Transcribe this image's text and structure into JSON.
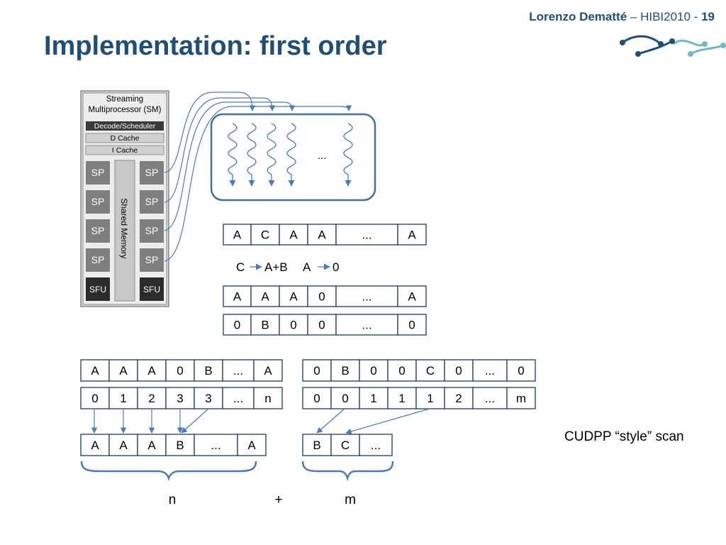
{
  "header": {
    "author": "Lorenzo Dematté",
    "separator": " – ",
    "event": "HIBI2010 - ",
    "page": "19"
  },
  "slide": {
    "title": "Implementation: first order"
  },
  "sm_diagram": {
    "title_line1": "Streaming",
    "title_line2": "Multiprocessor (SM)",
    "decode": "Decode/Scheduler",
    "dcache": "D Cache",
    "icache": "I Cache",
    "shared_memory": "Shared Memory",
    "left_units": [
      "SP",
      "SP",
      "SP",
      "SP",
      "SFU"
    ],
    "right_units": [
      "SP",
      "SP",
      "SP",
      "SP",
      "SFU"
    ]
  },
  "threads": {
    "ellipsis": "..."
  },
  "row1": [
    "A",
    "C",
    "A",
    "A",
    "...",
    "A"
  ],
  "rule": {
    "left_from": "C",
    "left_to": "A+B",
    "right_from": "A",
    "right_to": "0"
  },
  "row2": [
    "A",
    "A",
    "A",
    "0",
    "...",
    "A"
  ],
  "row3": [
    "0",
    "B",
    "0",
    "0",
    "...",
    "0"
  ],
  "bottom_left_top": [
    "A",
    "A",
    "A",
    "0",
    "B",
    "...",
    "A"
  ],
  "bottom_left_index": [
    "0",
    "1",
    "2",
    "3",
    "3",
    "...",
    "n"
  ],
  "bottom_left_result": [
    "A",
    "A",
    "A",
    "B",
    "...",
    "A"
  ],
  "bottom_right_top": [
    "0",
    "B",
    "0",
    "0",
    "C",
    "0",
    "...",
    "0"
  ],
  "bottom_right_index": [
    "0",
    "0",
    "1",
    "1",
    "1",
    "2",
    "...",
    "m"
  ],
  "bottom_right_result": [
    "B",
    "C",
    "..."
  ],
  "scan_label": "CUDPP “style” scan",
  "sum": {
    "n": "n",
    "plus": "+",
    "m": "m"
  },
  "colors": {
    "title": "#1f4e79",
    "accent": "#4a7ab8",
    "sp_box": "#7f7f7f",
    "sfu_box": "#2b2b2b",
    "cell_border": "#1f3864"
  }
}
